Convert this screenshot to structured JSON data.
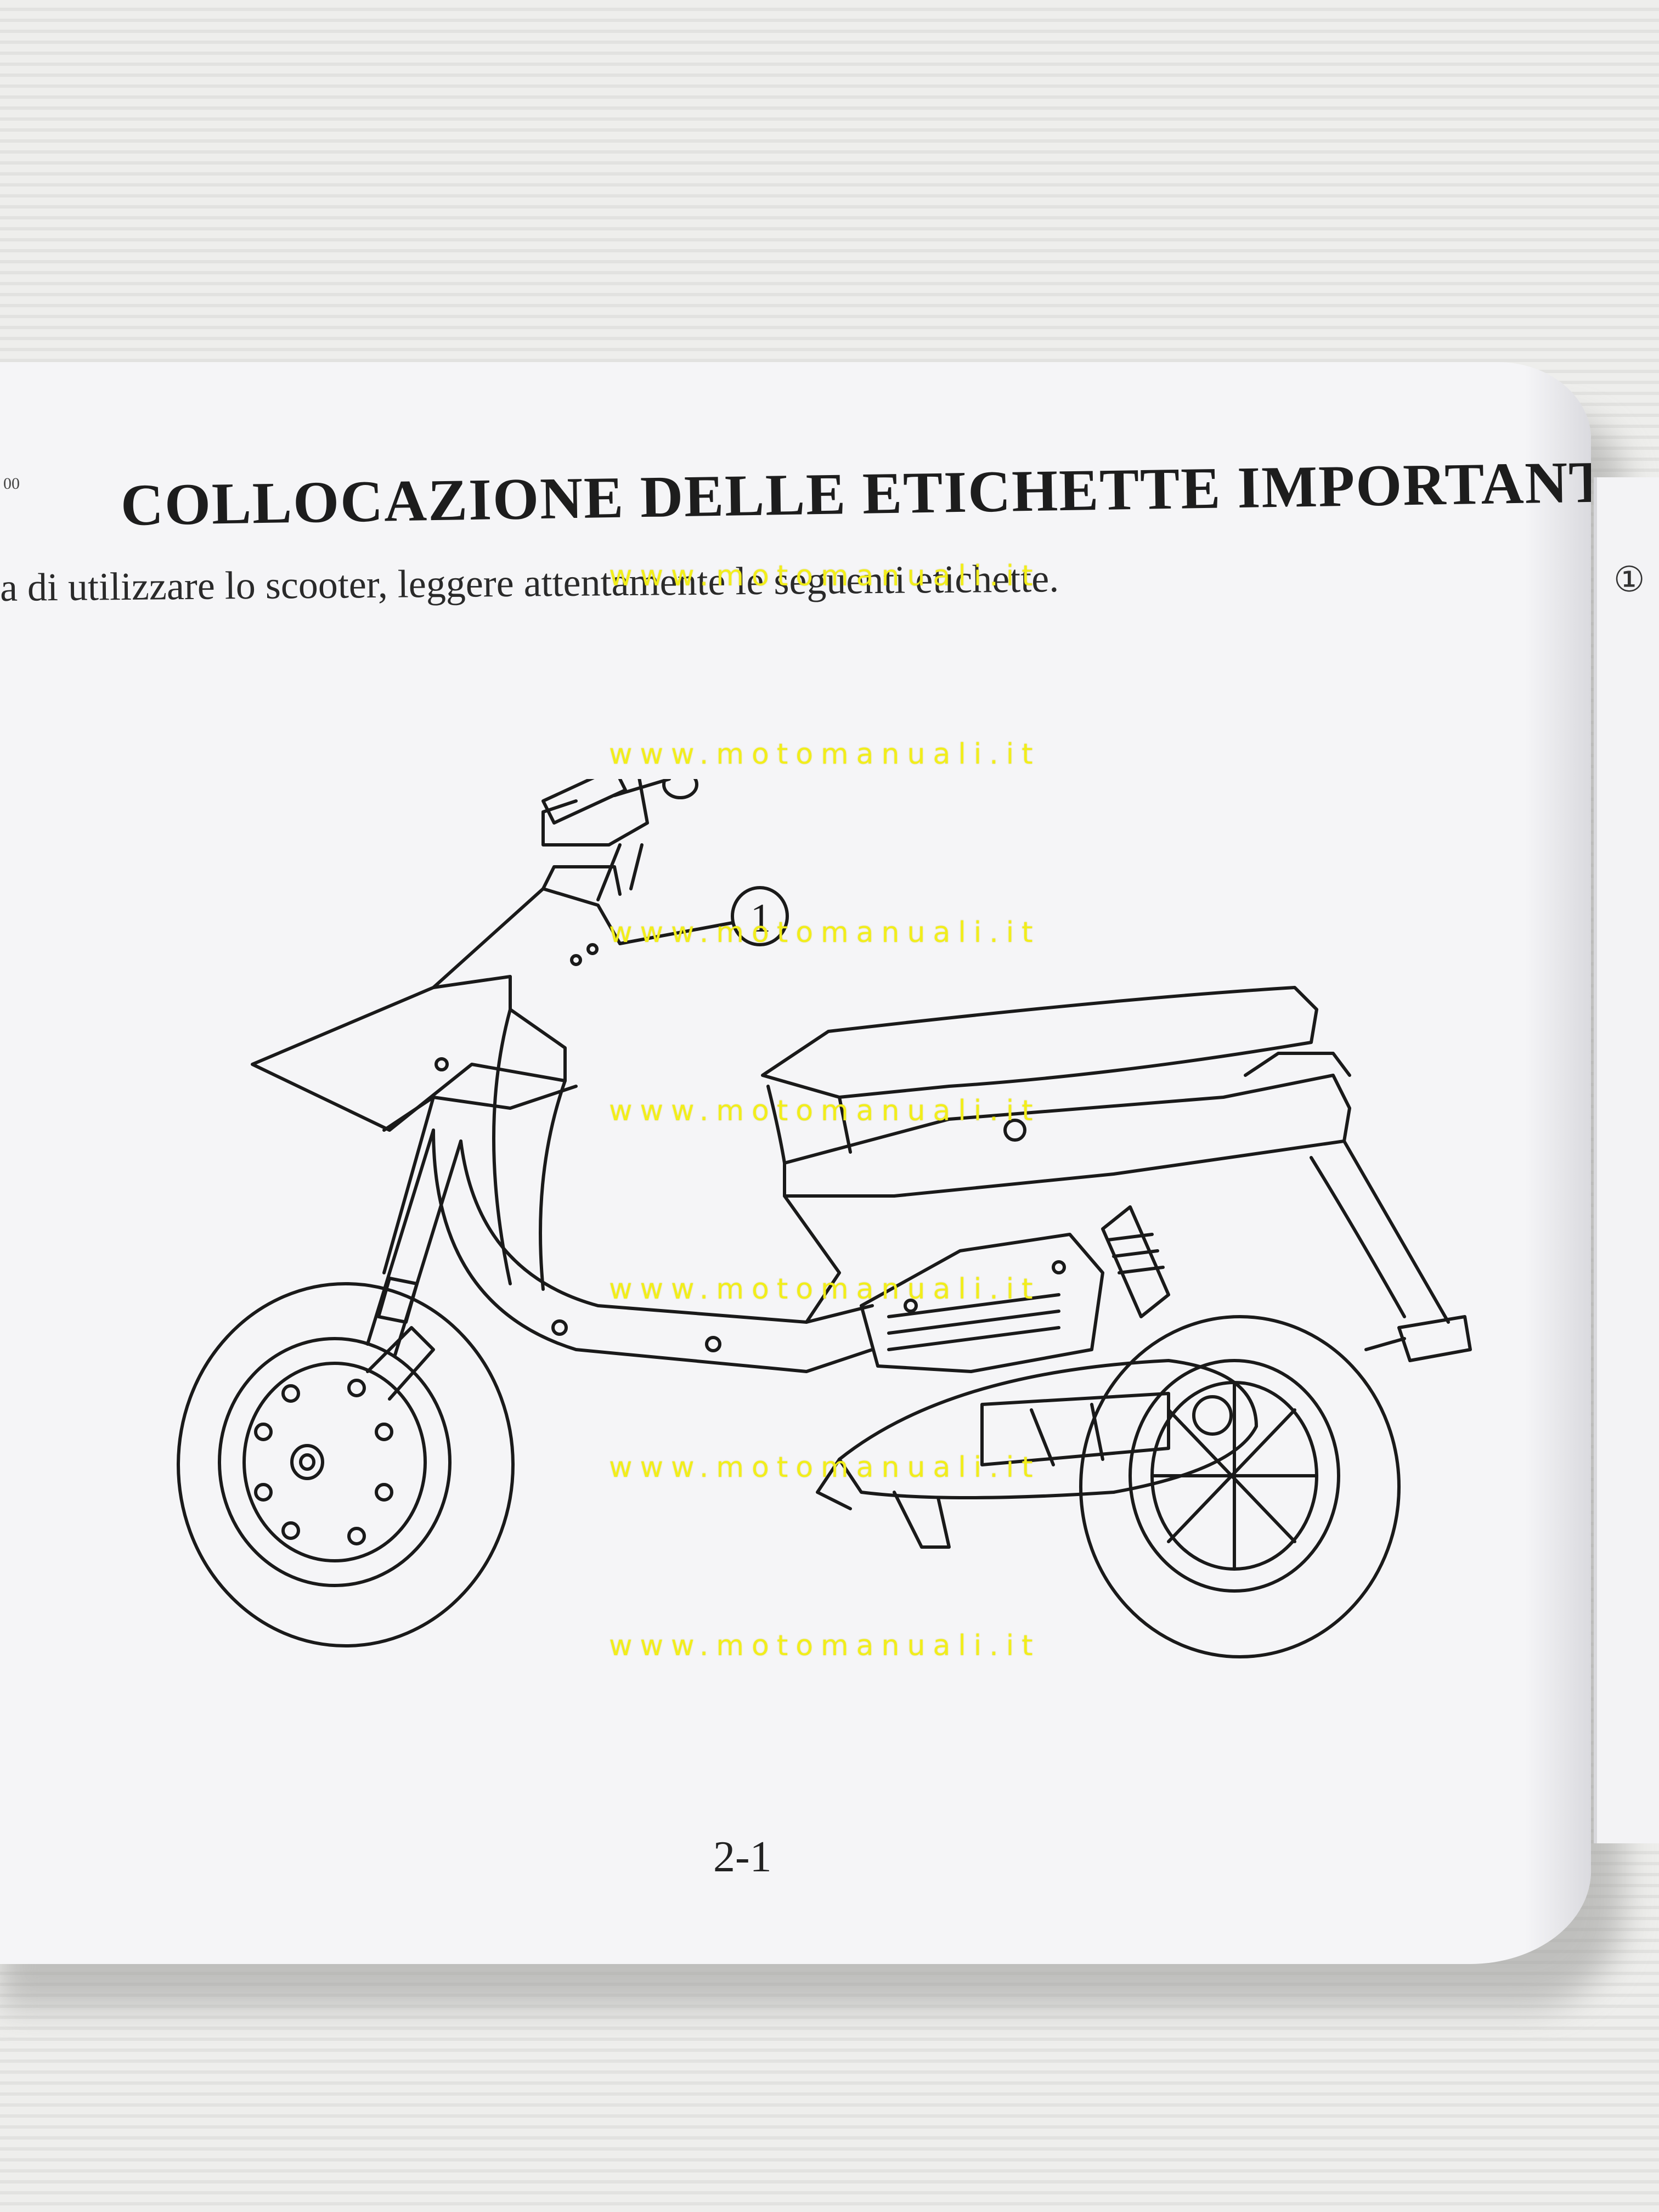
{
  "page": {
    "corner_label": "00",
    "title": "COLLOCAZIONE DELLE ETICHETTE IMPORTANTI",
    "intro": "a di utilizzare lo scooter, leggere attentamente le seguenti etichette.",
    "callout": "1",
    "page_number": "2-1",
    "right_page_marker": "①"
  },
  "watermarks": [
    "www.motomanuali.it",
    "www.motomanuali.it",
    "www.motomanuali.it",
    "www.motomanuali.it",
    "www.motomanuali.it",
    "www.motomanuali.it",
    "www.motomanuali.it"
  ],
  "colors": {
    "watermark": "#f2ee1a",
    "ink": "#1d1d1d",
    "paper": "#f5f5f7"
  }
}
